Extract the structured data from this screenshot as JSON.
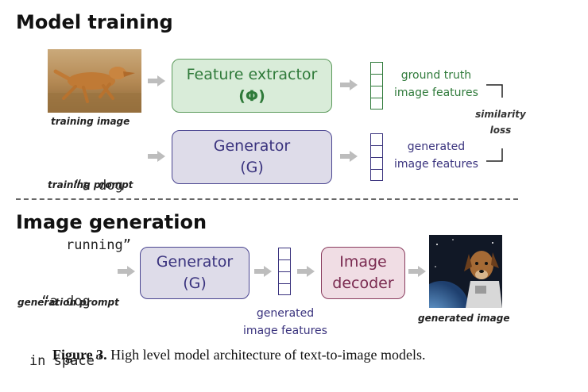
{
  "sections": {
    "training_title": "Model training",
    "generation_title": "Image generation"
  },
  "training": {
    "image_caption": "training image",
    "prompt_line1": "“a dog",
    "prompt_line2": "running”",
    "prompt_caption": "training prompt",
    "feature_extractor_line1": "Feature extractor",
    "feature_extractor_line2": "(Φ)",
    "generator_line1": "Generator",
    "generator_line2": "(G)",
    "gt_features_line1": "ground truth",
    "gt_features_line2": "image features",
    "gen_features_line1": "generated",
    "gen_features_line2": "image features",
    "loss_line1": "similarity",
    "loss_line2": "loss"
  },
  "generation": {
    "prompt_line1": "“a dog",
    "prompt_line2": "in space”",
    "prompt_caption": "generation prompt",
    "generator_line1": "Generator",
    "generator_line2": "(G)",
    "features_line1": "generated",
    "features_line2": "image features",
    "decoder_line1": "Image",
    "decoder_line2": "decoder",
    "output_caption": "generated image"
  },
  "figure": {
    "label": "Figure 3.",
    "caption": " High level model architecture of text-to-image models."
  },
  "colors": {
    "green": "#2f7a3a",
    "purple": "#3a337e",
    "pink": "#7a2a50",
    "arrow": "#bdbdbd"
  }
}
